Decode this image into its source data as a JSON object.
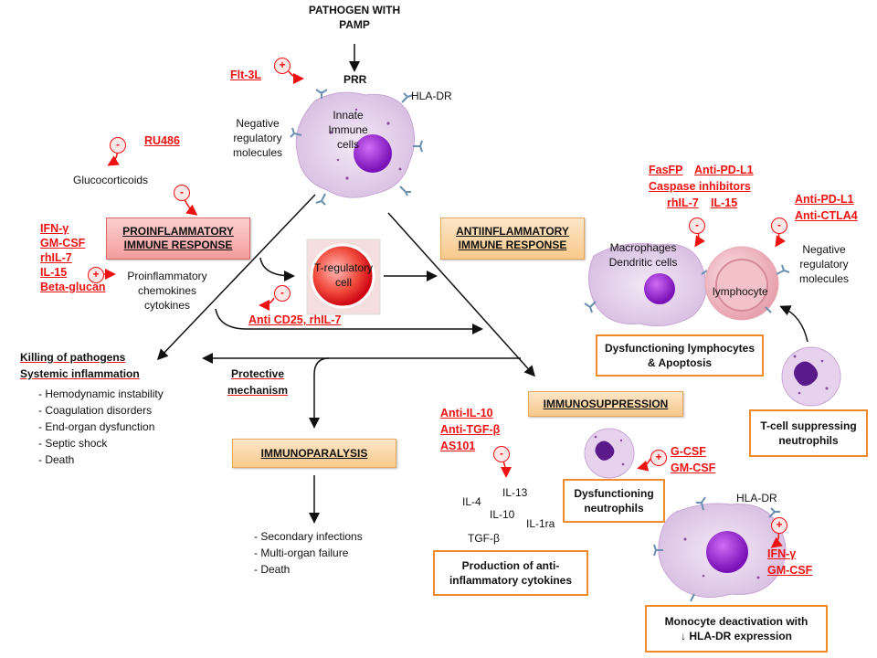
{
  "top": {
    "pathogen": "PATHOGEN WITH",
    "pamp": "PAMP",
    "prr": "PRR",
    "hla_dr_top": "HLA-DR"
  },
  "innate": {
    "l1": "Innate",
    "l2": "Immune",
    "l3": "cells"
  },
  "negreg_left": {
    "l1": "Negative",
    "l2": "regulatory",
    "l3": "molecules"
  },
  "drugs": {
    "flt3l": "Flt-3L",
    "ru486": "RU486",
    "left_stim": [
      "IFN-γ",
      "GM-CSF",
      "rhIL-7",
      "IL-15",
      "Beta-glucan"
    ],
    "anti_cd25": "Anti CD25, rhIL-7",
    "apop_1": "FasFP",
    "apop_2": "Anti-PD-L1",
    "apop_3": "Caspase inhibitors",
    "apop_4": "rhIL-7",
    "apop_5": "IL-15",
    "lymph_1": "Anti-PD-L1",
    "lymph_2": "Anti-CTLA4",
    "anti_il": [
      "Anti-IL-10",
      "Anti-TGF-β",
      "AS101"
    ],
    "gcsf": [
      "G-CSF",
      "GM-CSF"
    ],
    "ifn_mono": [
      "IFN-γ",
      "GM-CSF"
    ]
  },
  "signs": {
    "plus": "+",
    "minus": "-"
  },
  "glucocorticoids": "Glucocorticoids",
  "proinfl_box": {
    "l1": "PROINFLAMMATORY",
    "l2": "IMMUNE RESPONSE"
  },
  "antiinfl_box": {
    "l1": "ANTIINFLAMMATORY",
    "l2": "IMMUNE RESPONSE"
  },
  "proinfl_text": {
    "l1": "Proinflammatory",
    "l2": "chemokines",
    "l3": "cytokines"
  },
  "treg": {
    "l1": "T-regulatory",
    "l2": "cell"
  },
  "mac_dc": {
    "l1": "Macrophages",
    "l2": "Dendritic cells"
  },
  "lymphocyte": "lymphocyte",
  "negreg_right": {
    "l1": "Negative",
    "l2": "regulatory",
    "l3": "molecules"
  },
  "dysf_lymph": {
    "l1": "Dysfunctioning lymphocytes",
    "l2": "& Apoptosis"
  },
  "killing": {
    "l1": "Killing of pathogens",
    "l2": "Systemic inflammation"
  },
  "killing_list": [
    "- Hemodynamic instability",
    "- Coagulation disorders",
    "- End-organ dysfunction",
    "- Septic shock",
    "- Death"
  ],
  "protective": {
    "l1": "Protective",
    "l2": "mechanism"
  },
  "immunosuppression": "IMMUNOSUPPRESSION",
  "immunoparalysis": "IMMUNOPARALYSIS",
  "paralysis_list": [
    "- Secondary infections",
    "- Multi-organ failure",
    "- Death"
  ],
  "tcell_neut": {
    "l1": "T-cell suppressing",
    "l2": "neutrophils"
  },
  "dysf_neut": {
    "l1": "Dysfunctioning",
    "l2": "neutrophils"
  },
  "cytokines": {
    "il4": "IL-4",
    "il13": "IL-13",
    "il10": "IL-10",
    "il1ra": "IL-1ra",
    "tgfb": "TGF-β"
  },
  "prod_anti": {
    "l1": "Production of anti-",
    "l2": "inflammatory cytokines"
  },
  "hla_dr_mono": "HLA-DR",
  "mono_deact": {
    "l1": "Monocyte deactivation with",
    "l2": "↓ HLA-DR expression"
  }
}
